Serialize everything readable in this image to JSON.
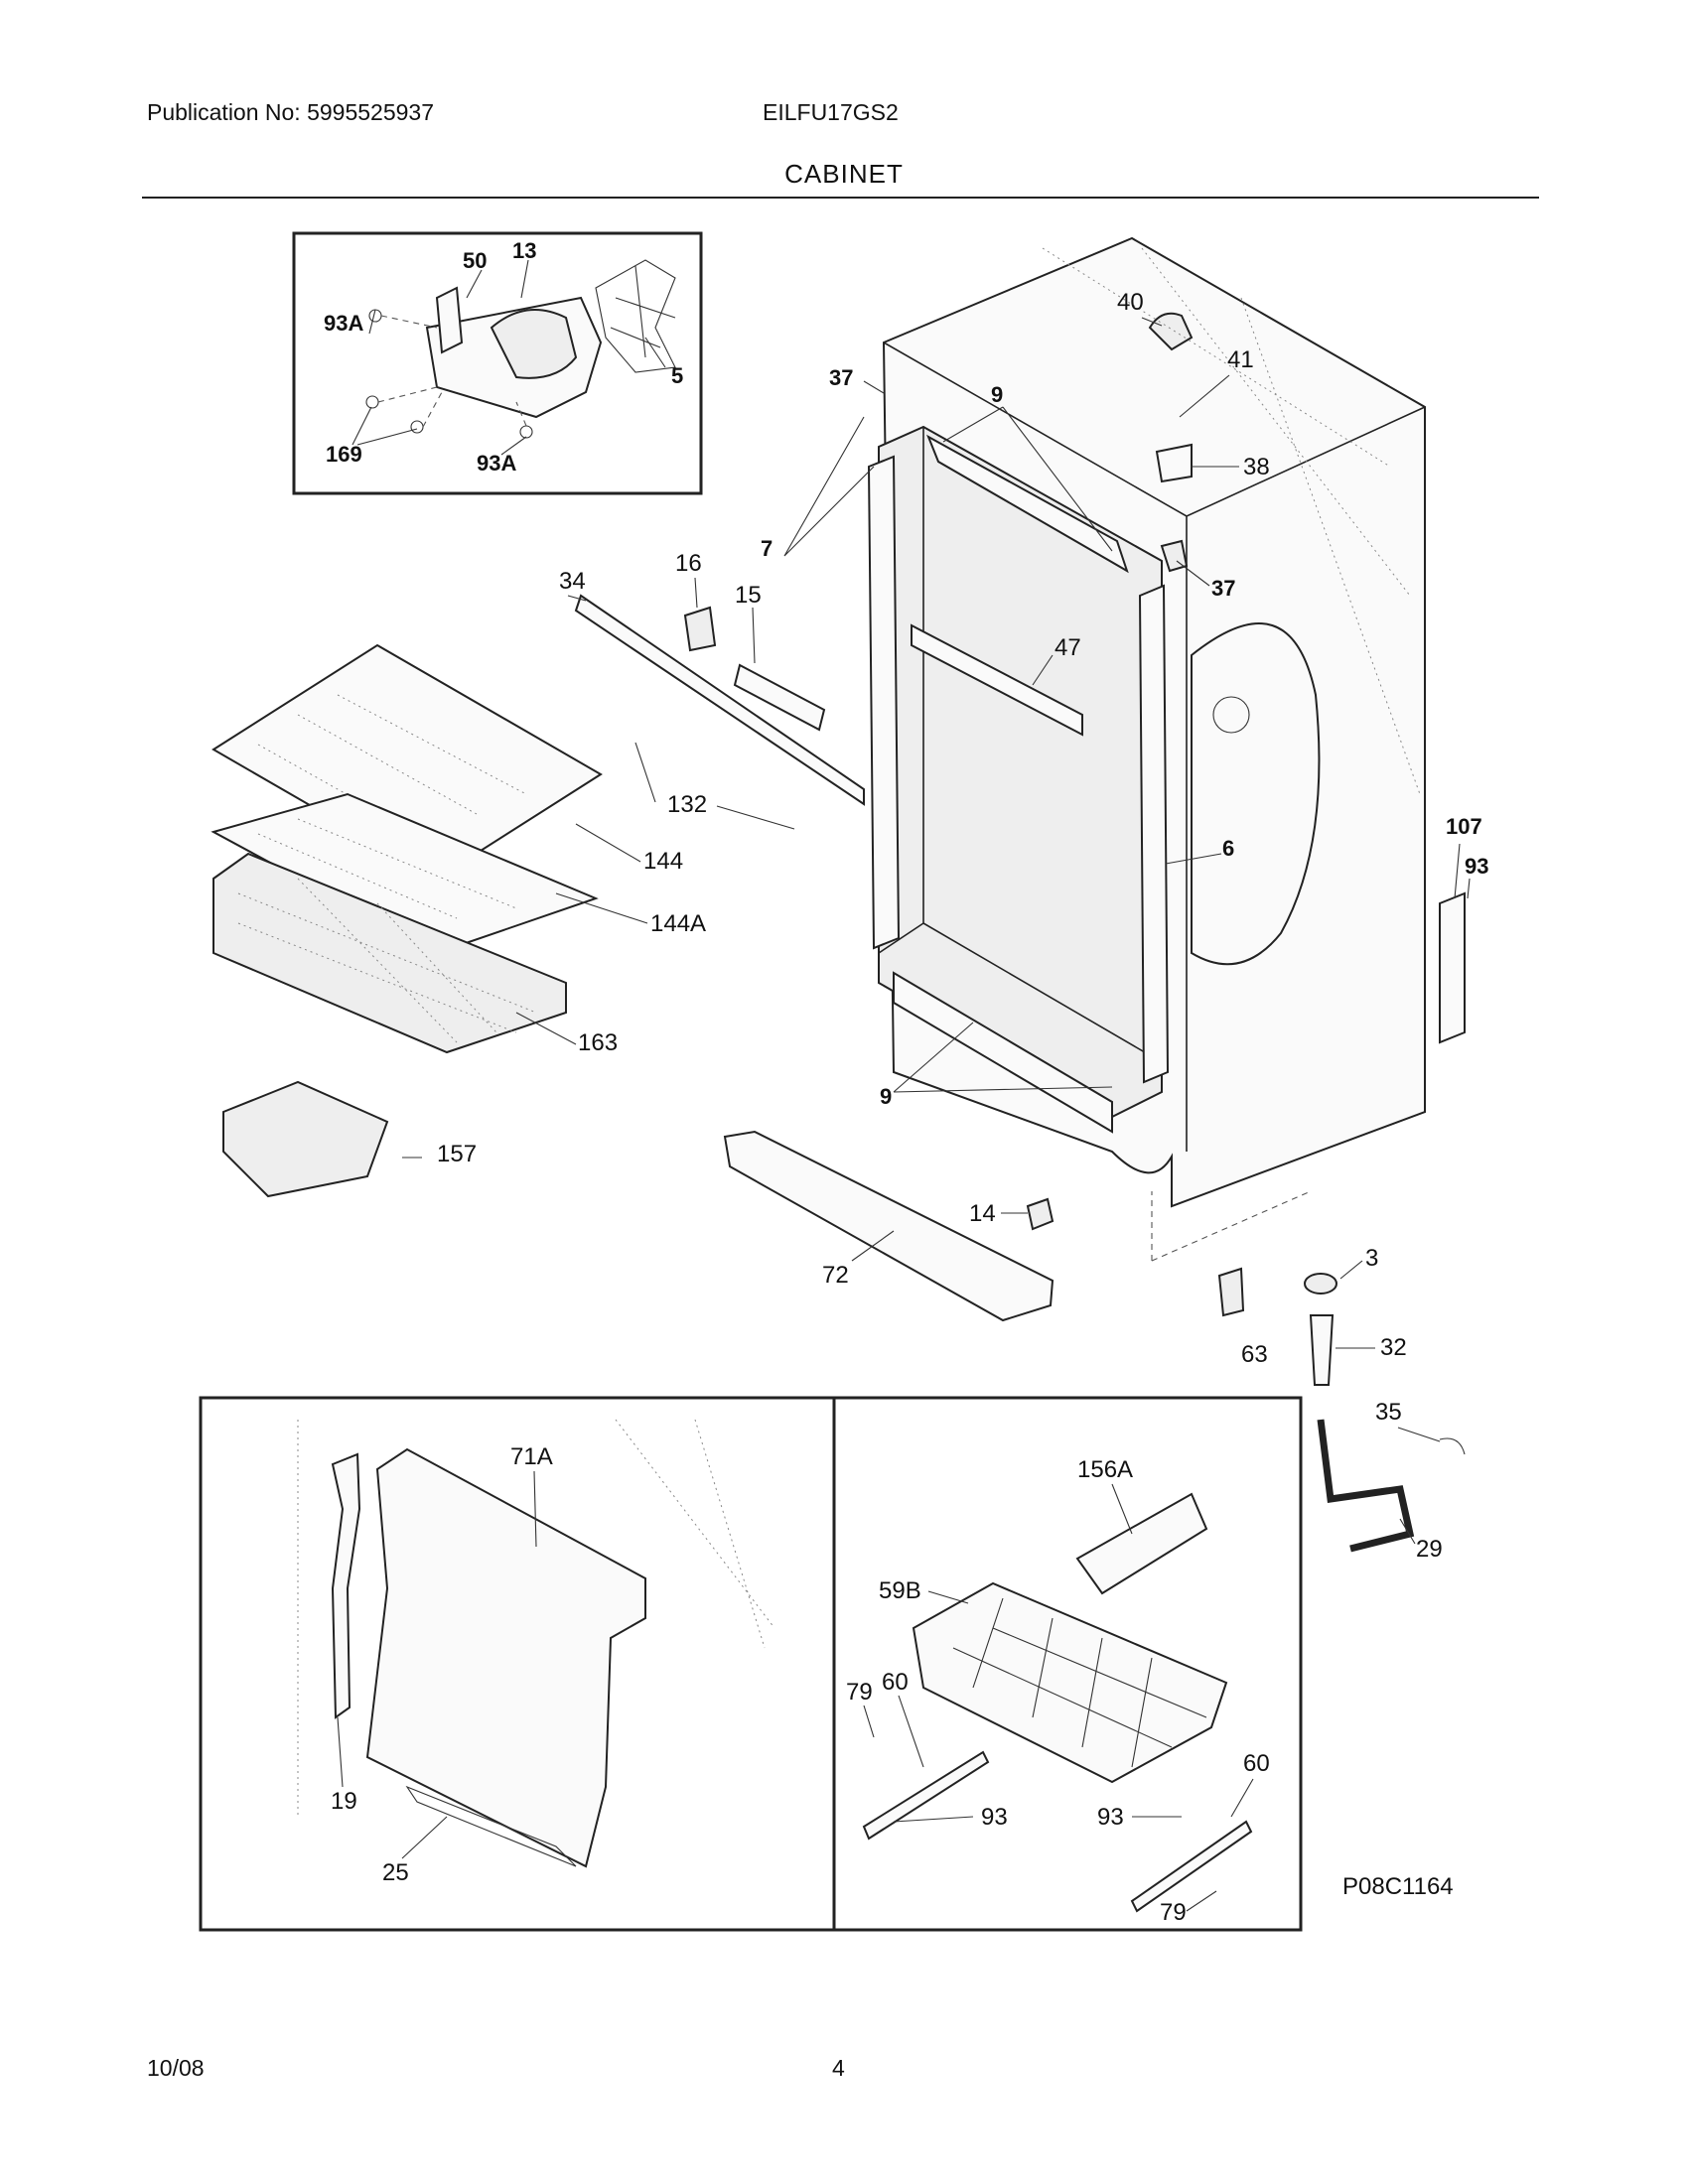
{
  "header": {
    "publication": "Publication No: 5995525937",
    "model": "EILFU17GS2",
    "title": "CABINET"
  },
  "footer": {
    "date": "10/08",
    "page": "4"
  },
  "diagram": {
    "figure_code": "P08C1164",
    "labels": {
      "p50": "50",
      "p13": "13",
      "p93a_1": "93A",
      "p5": "5",
      "p169": "169",
      "p93a_2": "93A",
      "p37_top": "37",
      "p9_top": "9",
      "p40": "40",
      "p41": "41",
      "p38": "38",
      "p37_right": "37",
      "p7": "7",
      "p34": "34",
      "p16": "16",
      "p15": "15",
      "p47": "47",
      "p6": "6",
      "p132": "132",
      "p144": "144",
      "p144a": "144A",
      "p163": "163",
      "p107": "107",
      "p93_right": "93",
      "p157": "157",
      "p9_bottom": "9",
      "p14": "14",
      "p72": "72",
      "p3": "3",
      "p63": "63",
      "p32": "32",
      "p35": "35",
      "p29": "29",
      "p71a": "71A",
      "p19": "19",
      "p25": "25",
      "p156a": "156A",
      "p59b": "59B",
      "p79_left": "79",
      "p60_left": "60",
      "p93_left": "93",
      "p93_mid": "93",
      "p60_right": "60",
      "p79_right": "79"
    }
  }
}
